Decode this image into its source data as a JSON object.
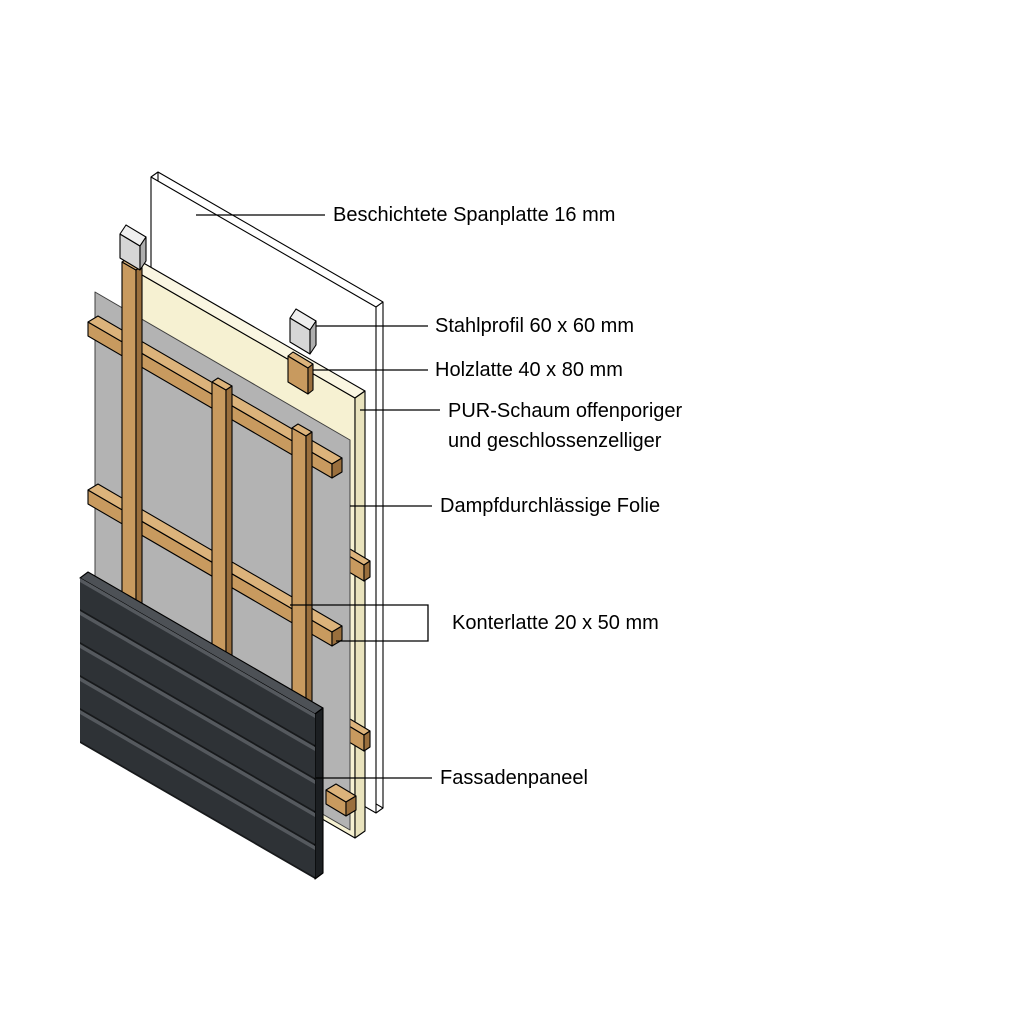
{
  "figure": {
    "type": "exploded-wall-assembly-diagram",
    "labels": {
      "spanplatte": "Beschichtete Spanplatte 16 mm",
      "stahlprofil": "Stahlprofil 60 x 60 mm",
      "holzlatte": "Holzlatte 40 x 80 mm",
      "pur_schaum_line1": "PUR-Schaum offenporiger",
      "pur_schaum_line2": "und geschlossenzelliger",
      "folie": "Dampfdurchlässige Folie",
      "konterlatte": "Konterlatte 20 x 50 mm",
      "fassadenpaneel": "Fassadenpaneel"
    },
    "colors": {
      "background": "#ffffff",
      "board_fill": "#ffffff",
      "foam_front": "#f6f1d2",
      "foam_top": "#faf6e2",
      "foam_side": "#e9e3bd",
      "foil": "#b3b3b3",
      "wood_front": "#c89a5f",
      "wood_top": "#dcb37b",
      "wood_side": "#9a6f3d",
      "steel_front": "#d6d6d6",
      "steel_top": "#efefef",
      "steel_side": "#aeaeae",
      "panel_front": "#2e3236",
      "panel_top": "#4d5156",
      "panel_side": "#1c1f22",
      "panel_groove": "#55595e",
      "panel_base": "#17191b"
    }
  }
}
